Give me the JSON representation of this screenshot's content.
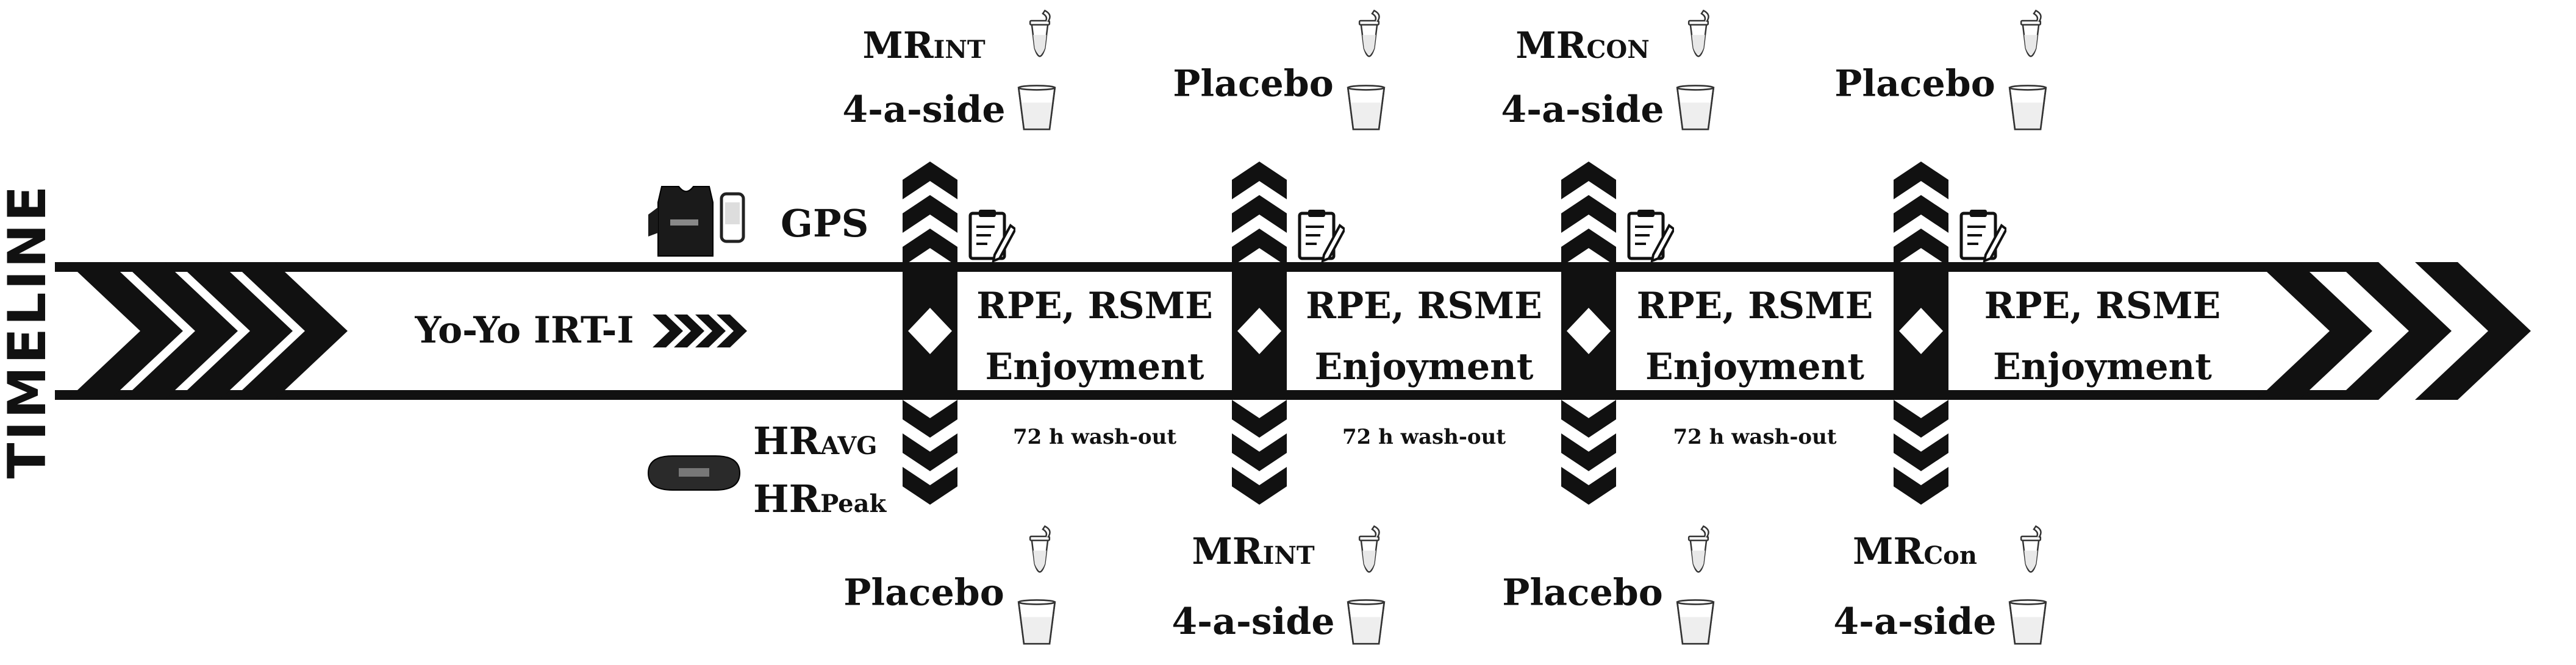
{
  "timeline_label": "TIMELINE",
  "baseline": {
    "test_label": "Yo-Yo IRT-I",
    "gps_label": "GPS",
    "hr_avg": {
      "main": "HR",
      "sub": "AVG"
    },
    "hr_peak": {
      "main": "HR",
      "sub": "Peak"
    }
  },
  "sessions": [
    {
      "top": {
        "line1": {
          "main": "MR",
          "sub": "INT"
        },
        "line2": "4-a-side"
      },
      "bottom": {
        "line1": {
          "main": "Placebo",
          "sub": ""
        },
        "line2": ""
      },
      "measures": "RPE, RSME",
      "enjoyment": "Enjoyment",
      "washout": "72 h wash-out"
    },
    {
      "top": {
        "line1": {
          "main": "Placebo",
          "sub": ""
        },
        "line2": ""
      },
      "bottom": {
        "line1": {
          "main": "MR",
          "sub": "INT"
        },
        "line2": "4-a-side"
      },
      "measures": "RPE, RSME",
      "enjoyment": "Enjoyment",
      "washout": "72 h wash-out"
    },
    {
      "top": {
        "line1": {
          "main": "MR",
          "sub": "CON"
        },
        "line2": "4-a-side"
      },
      "bottom": {
        "line1": {
          "main": "Placebo",
          "sub": ""
        },
        "line2": ""
      },
      "measures": "RPE, RSME",
      "enjoyment": "Enjoyment",
      "washout": "72 h wash-out"
    },
    {
      "top": {
        "line1": {
          "main": "Placebo",
          "sub": ""
        },
        "line2": ""
      },
      "bottom": {
        "line1": {
          "main": "MR",
          "sub": "Con"
        },
        "line2": "4-a-side"
      },
      "measures": "RPE, RSME",
      "enjoyment": "Enjoyment",
      "washout": ""
    }
  ],
  "icons": {
    "tube": "microtube-icon",
    "cup": "cup-icon",
    "clipboard": "clipboard-icon",
    "vest": "gps-vest-icon",
    "strap": "hr-strap-icon"
  },
  "colors": {
    "ink": "#111111",
    "paper": "#ffffff"
  }
}
